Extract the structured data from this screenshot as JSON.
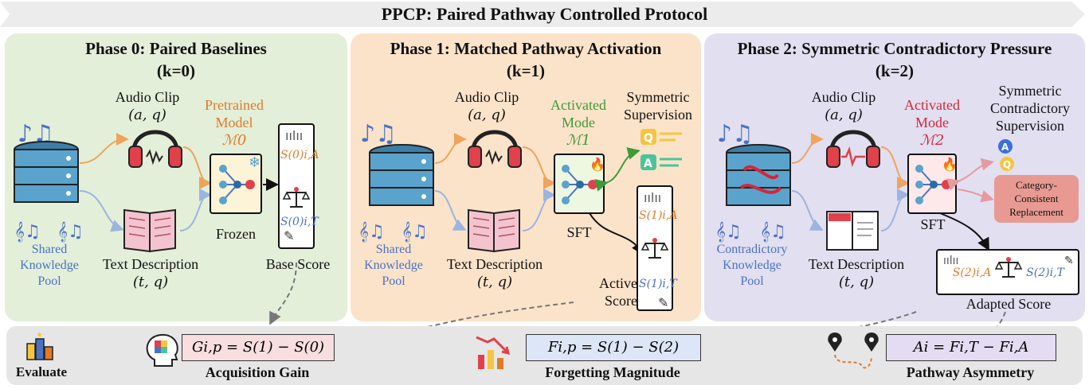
{
  "title": "PPCP: Paired Pathway Controlled Protocol",
  "phases": [
    {
      "title": "Phase 0: Paired Baselines",
      "k": "(k=0)",
      "audio_clip": "Audio Clip",
      "audio_pair": "(a, q)",
      "model_label_1": "Pretrained",
      "model_label_2": "Model",
      "model_symbol": "ℳ0",
      "model_state": "Frozen",
      "pool_label_1": "Shared",
      "pool_label_2": "Knowledge",
      "pool_label_3": "Pool",
      "text_desc": "Text Description",
      "text_pair": "(t, q)",
      "score_a": "S(0)i,A",
      "score_t": "S(0)i,T",
      "score_label": "Base Score"
    },
    {
      "title": "Phase 1: Matched Pathway Activation",
      "k": "(k=1)",
      "audio_clip": "Audio Clip",
      "audio_pair": "(a, q)",
      "model_label_1": "Activated",
      "model_label_2": "Mode",
      "model_symbol": "ℳ1",
      "model_state": "SFT",
      "supervision_1": "Symmetric",
      "supervision_2": "Supervision",
      "pool_label_1": "Shared",
      "pool_label_2": "Knowledge",
      "pool_label_3": "Pool",
      "text_desc": "Text Description",
      "text_pair": "(t, q)",
      "score_a": "S(1)i,A",
      "score_t": "S(1)i,T",
      "score_label_1": "Active",
      "score_label_2": "Score"
    },
    {
      "title": "Phase 2: Symmetric Contradictory Pressure",
      "k": "(k=2)",
      "audio_clip": "Audio Clip",
      "audio_pair": "(a, q)",
      "model_label_1": "Activated",
      "model_label_2": "Mode",
      "model_symbol": "ℳ2",
      "model_state": "SFT",
      "supervision_1": "Symmetric",
      "supervision_2": "Contradictory",
      "supervision_3": "Supervision",
      "replacement_1": "Category-",
      "replacement_2": "Consistent",
      "replacement_3": "Replacement",
      "pool_label_1": "Contradictory",
      "pool_label_2": "Knowledge",
      "pool_label_3": "Pool",
      "text_desc": "Text Description",
      "text_pair": "(t, q)",
      "score_a": "S(2)i,A",
      "score_t": "S(2)i,T",
      "score_label": "Adapted  Score"
    }
  ],
  "bottom": {
    "evaluate": "Evaluate",
    "gain_formula": "Gi,p = S(1) − S(0)",
    "gain_label": "Acquisition Gain",
    "forget_formula": "Fi,p = S(1) − S(2)",
    "forget_label": "Forgetting Magnitude",
    "asym_formula": "Ai = Fi,T − Fi,A",
    "asym_label": "Pathway Asymmetry"
  },
  "colors": {
    "phase0_bg": "#e3efd8",
    "phase1_bg": "#fbe3c9",
    "phase2_bg": "#e2dff0",
    "gain_box": "#f8dede",
    "forget_box": "#dde6f6",
    "asym_box": "#e4dcf2",
    "audio_arrow": "#f0a35a",
    "text_arrow": "#9bb4e0"
  },
  "icons": [
    "music-note-icon",
    "database-icon",
    "headphones-icon",
    "book-icon",
    "neural-network-icon",
    "snowflake-icon",
    "flame-icon",
    "scale-icon",
    "waveform-icon",
    "edit-icon",
    "qa-icon",
    "head-puzzle-icon",
    "bar-chart-down-icon",
    "route-pin-icon",
    "podium-icon"
  ]
}
